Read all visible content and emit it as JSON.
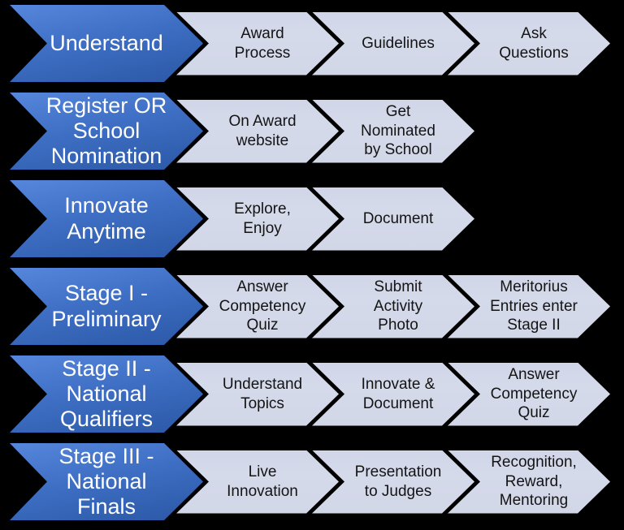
{
  "canvas": {
    "background_color": "#000000",
    "stage_fill_top": "#5687dc",
    "stage_fill_bottom": "#2b57a5",
    "stage_text_color": "#ffffff",
    "step_fill": "#d3d8e9",
    "step_text_color": "#141414"
  },
  "rows": [
    {
      "stage": "Understand",
      "steps": [
        "Award\nProcess",
        "Guidelines",
        "Ask\nQuestions"
      ]
    },
    {
      "stage": "Register OR\nSchool\nNomination",
      "steps": [
        "On Award\nwebsite",
        "Get\nNominated\nby School"
      ]
    },
    {
      "stage": "Innovate\nAnytime",
      "steps": [
        "Explore,\nEnjoy",
        "Document"
      ]
    },
    {
      "stage": "Stage I -\nPreliminary",
      "steps": [
        "Answer\nCompetency\nQuiz",
        "Submit\nActivity\nPhoto",
        "Meritorius\nEntries enter\nStage II"
      ]
    },
    {
      "stage": "Stage II -\nNational\nQualifiers",
      "steps": [
        "Understand\nTopics",
        "Innovate &\nDocument",
        "Answer\nCompetency\nQuiz"
      ]
    },
    {
      "stage": "Stage III -\nNational\nFinals",
      "steps": [
        "Live\nInnovation",
        "Presentation\nto Judges",
        "Recognition,\nReward,\nMentoring"
      ]
    }
  ]
}
